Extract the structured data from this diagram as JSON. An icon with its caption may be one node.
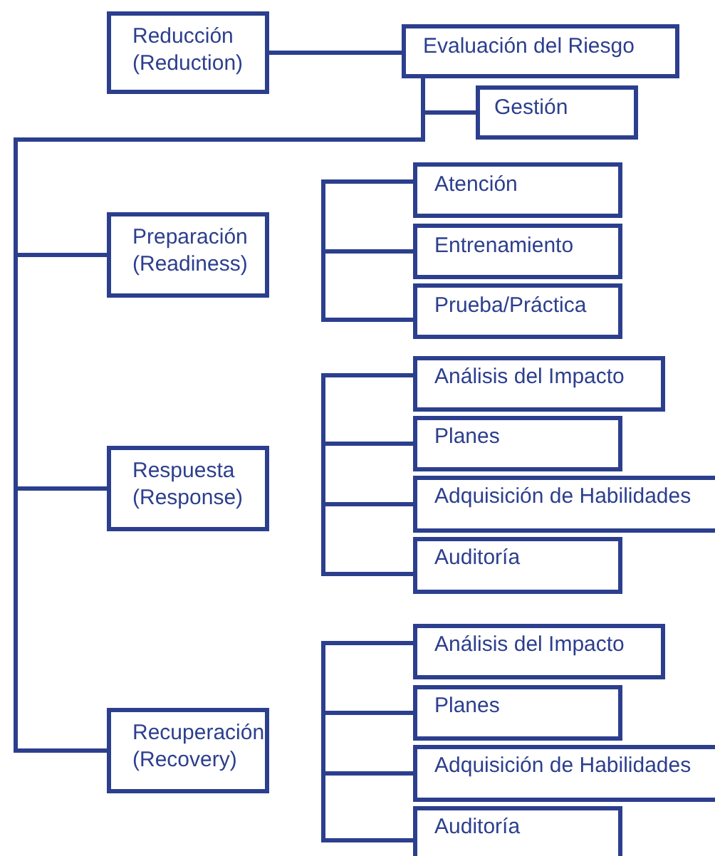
{
  "diagram": {
    "nodes": [
      {
        "text": [
          "Reducción (Reduction)"
        ]
      },
      {
        "text": [
          "Evaluación del Riesgo"
        ]
      },
      {
        "text": [
          "Gestión"
        ]
      },
      {
        "text": [
          "Preparación (Readiness)"
        ]
      },
      {
        "text": [
          "Atención"
        ]
      },
      {
        "text": [
          "Entrenamiento"
        ]
      },
      {
        "text": [
          "Prueba/Práctica"
        ]
      },
      {
        "text": [
          "Respuesta (Response)"
        ]
      },
      {
        "text": [
          "Análisis del Impacto"
        ]
      },
      {
        "text": [
          "Planes"
        ]
      },
      {
        "text": [
          "Adquisición de Habilidades"
        ]
      },
      {
        "text": [
          "Auditoría"
        ]
      },
      {
        "text": [
          "Recuperación (Recovery)"
        ]
      },
      {
        "text": [
          "Análisis del Impacto"
        ]
      },
      {
        "text": [
          "Planes"
        ]
      },
      {
        "text": [
          "Adquisición de Habilidades"
        ]
      },
      {
        "text": [
          "Auditoría"
        ]
      }
    ],
    "edges": [
      {
        "from": 0,
        "to": 1,
        "arrow": "none"
      },
      {
        "from": 1,
        "to": 2,
        "arrow": "none"
      },
      {
        "from": 1,
        "to": 3,
        "arrow": "none"
      },
      {
        "from": 1,
        "to": 7,
        "arrow": "none"
      },
      {
        "from": 1,
        "to": 12,
        "arrow": "none"
      }
    ]
  }
}
